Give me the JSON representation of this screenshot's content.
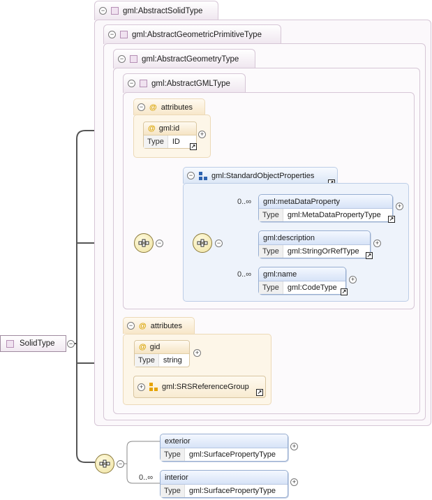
{
  "root": {
    "label": "SolidType"
  },
  "types": {
    "solid": "gml:AbstractSolidType",
    "primitive": "gml:AbstractGeometricPrimitiveType",
    "geometry": "gml:AbstractGeometryType",
    "gml": "gml:AbstractGMLType"
  },
  "attributes_label": "attributes",
  "gml_attributes": {
    "id": {
      "name": "gml:id",
      "type_key": "Type",
      "type": "ID"
    }
  },
  "standard_group": {
    "label": "gml:StandardObjectProperties",
    "elements": [
      {
        "name": "gml:metaDataProperty",
        "type_key": "Type",
        "type": "gml:MetaDataPropertyType",
        "cardinality": "0..∞"
      },
      {
        "name": "gml:description",
        "type_key": "Type",
        "type": "gml:StringOrRefType",
        "cardinality": ""
      },
      {
        "name": "gml:name",
        "type_key": "Type",
        "type": "gml:CodeType",
        "cardinality": "0..∞"
      }
    ]
  },
  "geometry_attributes": {
    "gid": {
      "name": "gid",
      "type_key": "Type",
      "type": "string"
    },
    "group": "gml:SRSReferenceGroup"
  },
  "solid_elements": [
    {
      "name": "exterior",
      "type_key": "Type",
      "type": "gml:SurfacePropertyType",
      "cardinality": ""
    },
    {
      "name": "interior",
      "type_key": "Type",
      "type": "gml:SurfacePropertyType",
      "cardinality": "0..∞"
    }
  ],
  "symbols": {
    "collapse": "−",
    "expand": "+",
    "link": "↗"
  },
  "colors": {
    "type_border": "#d6c6d6",
    "attr_border": "#ecd9b7",
    "element_border": "#97aed1"
  }
}
